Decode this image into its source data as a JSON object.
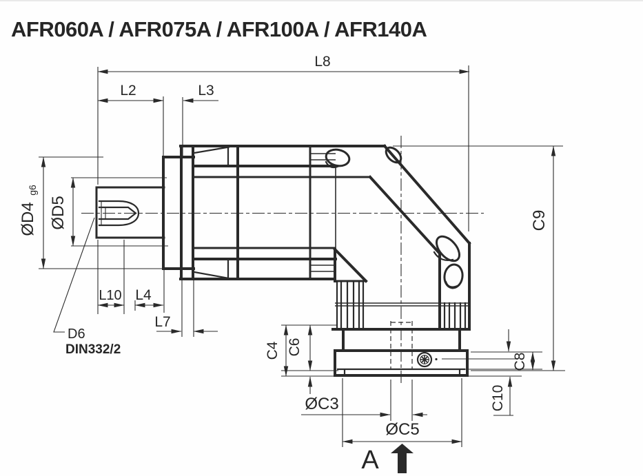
{
  "title": "AFR060A / AFR075A / AFR100A / AFR140A",
  "drawing": {
    "type": "right-angle gearbox outline drawing, side view with output flange",
    "view_label": "A",
    "labels": {
      "l8": "L8",
      "l2": "L2",
      "l3": "L3",
      "d4": "ØD4",
      "d4_tol": "g6",
      "d5": "ØD5",
      "d6": "D6",
      "d6_std": "DIN332/2",
      "l10": "L10",
      "l4": "L4",
      "l7": "L7",
      "c9": "C9",
      "c4": "C4",
      "c6": "C6",
      "c8": "C8",
      "c10": "C10",
      "c3": "ØC3",
      "c5": "ØC5"
    },
    "colors": {
      "line": "#2a2a2a",
      "background": "#fefefe"
    }
  }
}
